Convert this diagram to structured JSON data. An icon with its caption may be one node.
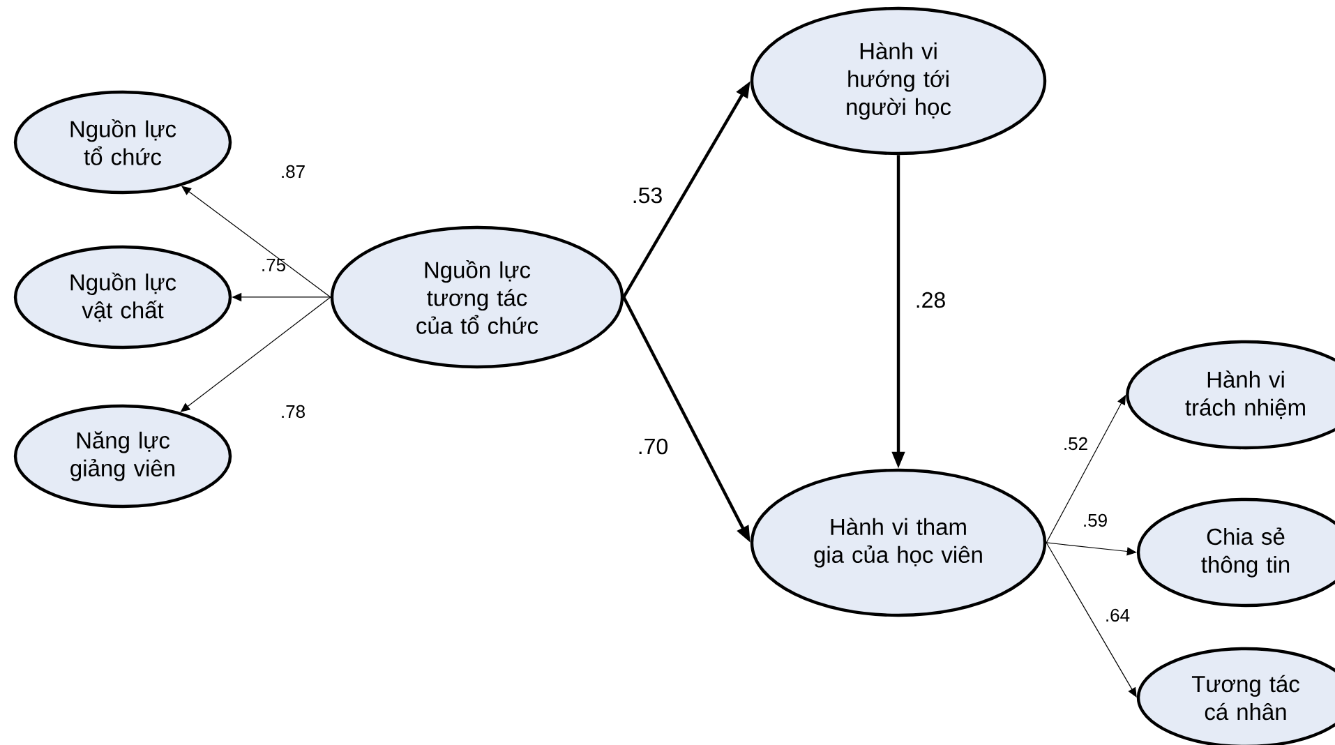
{
  "diagram": {
    "nodes": [
      {
        "text": [
          "Nguồn lực tổ chức"
        ]
      },
      {
        "text": [
          "Nguồn lực vật chất"
        ]
      },
      {
        "text": [
          "Năng lực giảng viên"
        ]
      },
      {
        "text": [
          "Nguồn lực tương tác của tổ chức"
        ]
      },
      {
        "text": [
          "Hành vi hướng tới người học"
        ]
      },
      {
        "text": [
          "Hành vi tham gia của học viên"
        ]
      },
      {
        "text": [
          "Hành vi trách nhiệm"
        ]
      },
      {
        "text": [
          "Chia sẻ thông tin"
        ]
      },
      {
        "text": [
          "Tương tác cá nhân"
        ]
      }
    ],
    "edges": [
      {
        "from": 3,
        "to": 0,
        "arrow": "to",
        "label": ".87"
      },
      {
        "from": 3,
        "to": 1,
        "arrow": "to",
        "label": ".75"
      },
      {
        "from": 3,
        "to": 2,
        "arrow": "to",
        "label": ".78"
      },
      {
        "from": 3,
        "to": 4,
        "arrow": "to",
        "label": ".53",
        "style": "thick"
      },
      {
        "from": 3,
        "to": 5,
        "arrow": "to",
        "label": ".70",
        "style": "thick"
      },
      {
        "from": 4,
        "to": 5,
        "arrow": "to",
        "label": ".28",
        "style": "thick"
      },
      {
        "from": 5,
        "to": 6,
        "arrow": "to",
        "label": ".52"
      },
      {
        "from": 5,
        "to": 7,
        "arrow": "to",
        "label": ".59"
      },
      {
        "from": 5,
        "to": 8,
        "arrow": "to",
        "label": ".64"
      }
    ]
  }
}
